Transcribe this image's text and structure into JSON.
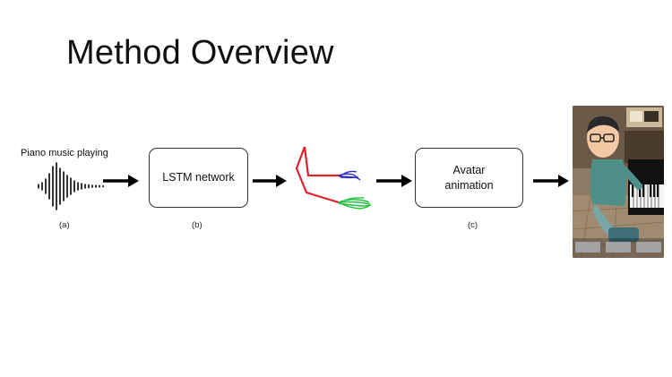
{
  "slide": {
    "title": "Method Overview"
  },
  "pipeline": {
    "input_caption": "Piano music playing",
    "lstm_label": "LSTM network",
    "avatar_label_line1": "Avatar",
    "avatar_label_line2": "animation",
    "label_a": "(a)",
    "label_b": "(b)",
    "label_c": "(c)"
  },
  "colors": {
    "arm": "#e0202a",
    "left_hand": "#2a2ad0",
    "right_hand": "#22c040",
    "arrow": "#000000"
  },
  "icons": {
    "waveform": "audio-waveform-icon",
    "arrow": "right-arrow-icon"
  }
}
